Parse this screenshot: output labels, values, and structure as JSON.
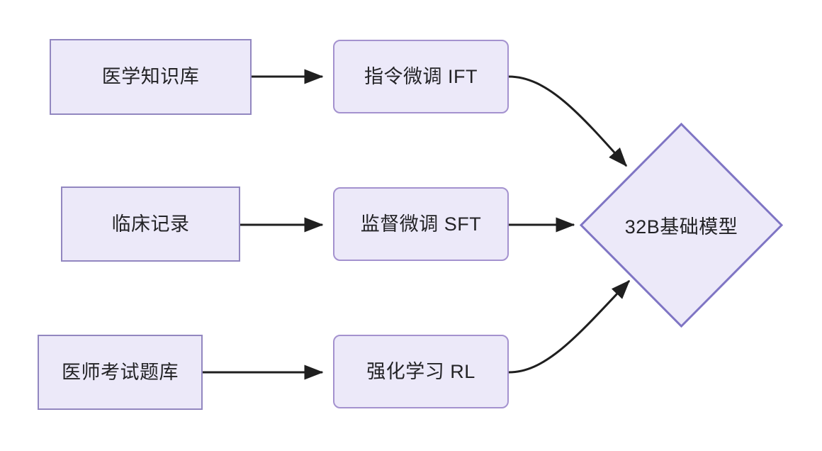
{
  "diagram": {
    "type": "flowchart",
    "direction": "left-to-right",
    "background_color": "#ffffff",
    "node_fill_color": "#ece9f9",
    "node_border_color": "#9287c0",
    "stage_border_color": "#a492cf",
    "diamond_border_color": "#7f75c4",
    "edge_color": "#1f1f1f",
    "text_color": "#232326"
  },
  "nodes": {
    "sources": [
      {
        "id": "medical-knowledge-base",
        "label": "医学知识库"
      },
      {
        "id": "clinical-records",
        "label": "临床记录"
      },
      {
        "id": "physician-exam-bank",
        "label": "医师考试题库"
      }
    ],
    "stages": [
      {
        "id": "ift",
        "label": "指令微调 IFT"
      },
      {
        "id": "sft",
        "label": "监督微调 SFT"
      },
      {
        "id": "rl",
        "label": "强化学习 RL"
      }
    ],
    "target": {
      "id": "base-model",
      "label": "32B基础模型",
      "shape": "diamond"
    }
  },
  "edges": [
    {
      "from": "医学知识库",
      "to": "指令微调 IFT",
      "style": "straight",
      "arrow": "triangle"
    },
    {
      "from": "临床记录",
      "to": "监督微调 SFT",
      "style": "straight",
      "arrow": "triangle"
    },
    {
      "from": "医师考试题库",
      "to": "强化学习 RL",
      "style": "straight",
      "arrow": "triangle"
    },
    {
      "from": "指令微调 IFT",
      "to": "32B基础模型",
      "style": "curved",
      "arrow": "triangle"
    },
    {
      "from": "监督微调 SFT",
      "to": "32B基础模型",
      "style": "straight",
      "arrow": "triangle"
    },
    {
      "from": "强化学习 RL",
      "to": "32B基础模型",
      "style": "curved",
      "arrow": "triangle"
    }
  ]
}
